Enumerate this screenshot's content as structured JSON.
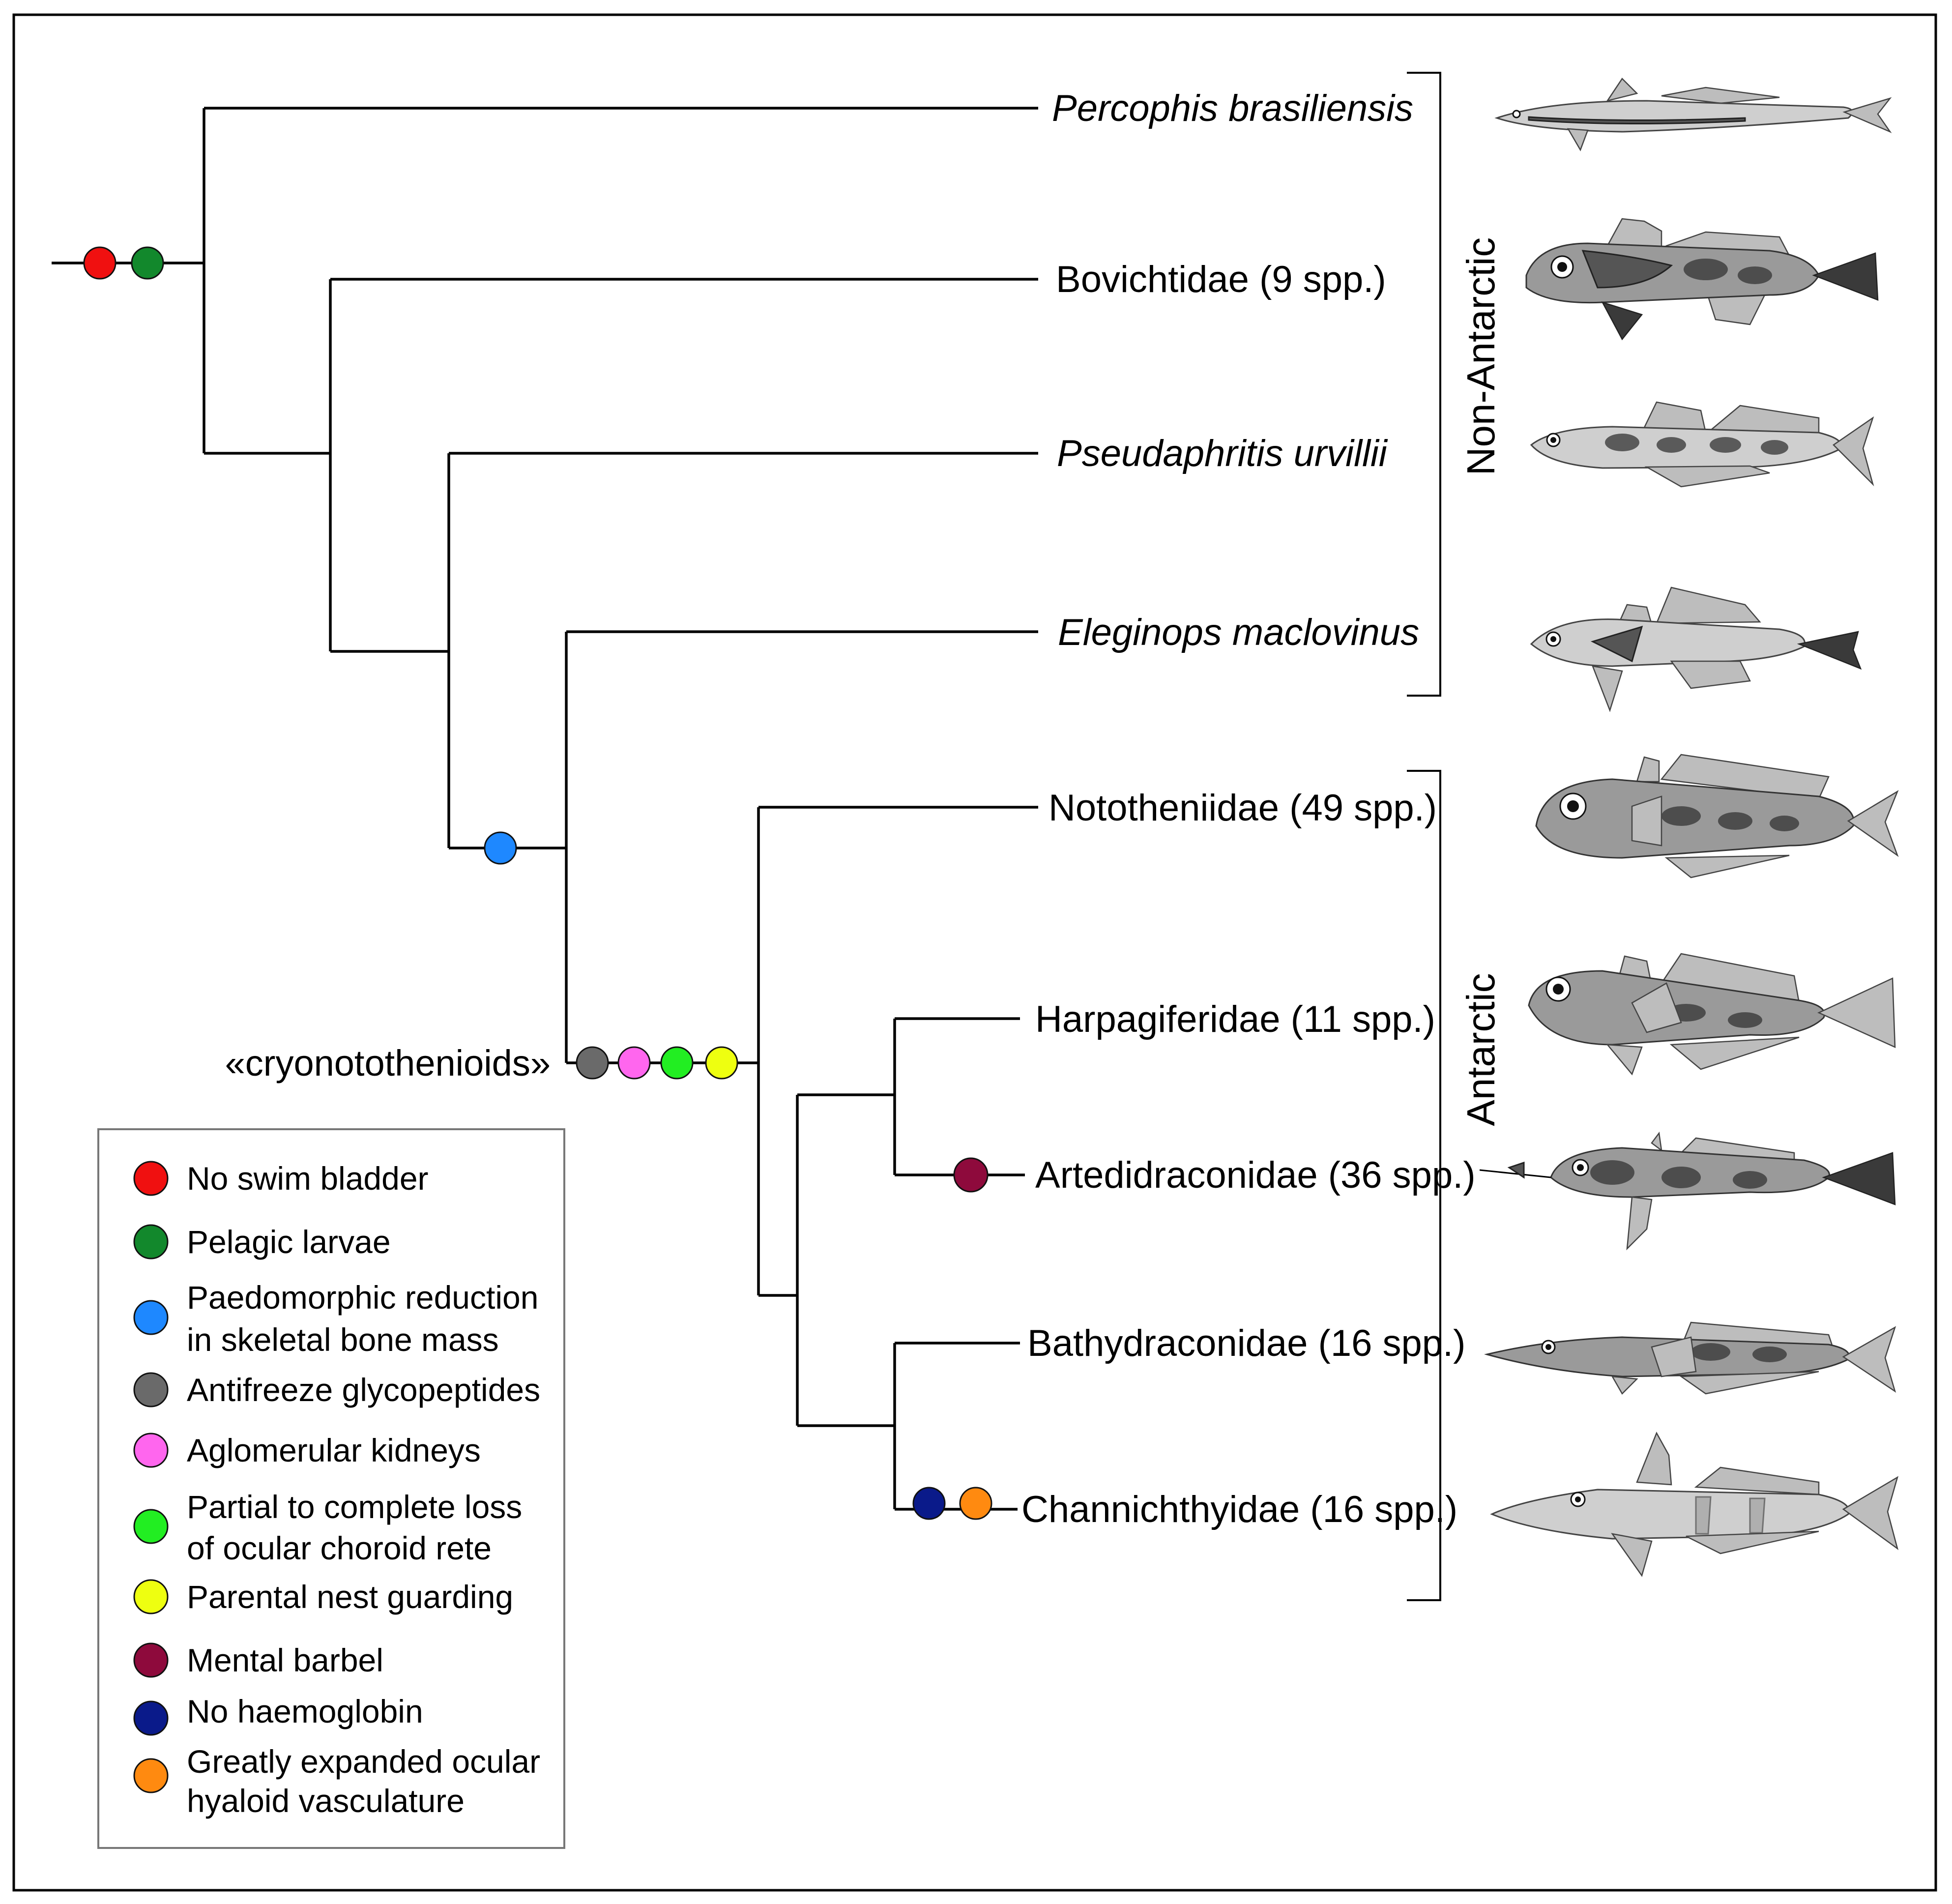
{
  "taxa": [
    {
      "id": "percophis",
      "name": "Percophis brasiliensis",
      "italic": true
    },
    {
      "id": "bovichtidae",
      "name": "Bovichtidae (9 spp.)",
      "italic": false
    },
    {
      "id": "pseudaphritis",
      "name": "Pseudaphritis urvillii",
      "italic": true
    },
    {
      "id": "eleginops",
      "name": "Eleginops maclovinus",
      "italic": true
    },
    {
      "id": "nototheniidae",
      "name": "Nototheniidae (49 spp.)",
      "italic": false
    },
    {
      "id": "harpagiferidae",
      "name": "Harpagiferidae (11 spp.)",
      "italic": false
    },
    {
      "id": "artedidraconidae",
      "name": "Artedidraconidae (36 spp.)",
      "italic": false
    },
    {
      "id": "bathydraconidae",
      "name": "Bathydraconidae (16 spp.)",
      "italic": false
    },
    {
      "id": "channichthyidae",
      "name": "Channichthyidae (16 spp.)",
      "italic": false
    }
  ],
  "groups": {
    "non_antarctic": "Non-Antarctic",
    "antarctic": "Antarctic"
  },
  "clade_label": "«cryonotothenioids»",
  "legend": [
    {
      "trait": "no_swim_bladder",
      "lines": [
        "No swim bladder"
      ],
      "color": "#f01010"
    },
    {
      "trait": "pelagic_larvae",
      "lines": [
        "Pelagic larvae"
      ],
      "color": "#12882c"
    },
    {
      "trait": "paedomorphic",
      "lines": [
        "Paedomorphic reduction",
        "in skeletal bone mass"
      ],
      "color": "#1e88ff"
    },
    {
      "trait": "antifreeze",
      "lines": [
        "Antifreeze glycopeptides"
      ],
      "color": "#6a6a6a"
    },
    {
      "trait": "aglomerular",
      "lines": [
        "Aglomerular kidneys"
      ],
      "color": "#ff66ee"
    },
    {
      "trait": "choroid_rete",
      "lines": [
        "Partial to complete loss",
        "of ocular choroid rete"
      ],
      "color": "#22ee22"
    },
    {
      "trait": "nest_guarding",
      "lines": [
        "Parental nest guarding"
      ],
      "color": "#eeff10"
    },
    {
      "trait": "mental_barbel",
      "lines": [
        "Mental barbel"
      ],
      "color": "#8e0a3c"
    },
    {
      "trait": "no_haemoglobin",
      "lines": [
        "No haemoglobin"
      ],
      "color": "#0a1a8a"
    },
    {
      "trait": "hyaloid",
      "lines": [
        "Greatly expanded ocular",
        "hyaloid vasculature"
      ],
      "color": "#ff8a10"
    }
  ],
  "trait_markers": {
    "root": [
      "no_swim_bladder",
      "pelagic_larvae"
    ],
    "pseudaphritis_plus": [
      "paedomorphic"
    ],
    "cryonotothenioids": [
      "antifreeze",
      "aglomerular",
      "choroid_rete",
      "nest_guarding"
    ],
    "artedidraconidae": [
      "mental_barbel"
    ],
    "channichthyidae": [
      "no_haemoglobin",
      "hyaloid"
    ]
  },
  "illustrations": [
    {
      "taxon": "percophis",
      "icon": "percophis-fish-illustration"
    },
    {
      "taxon": "bovichtidae",
      "icon": "bovichtidae-fish-illustration"
    },
    {
      "taxon": "pseudaphritis",
      "icon": "pseudaphritis-fish-illustration"
    },
    {
      "taxon": "eleginops",
      "icon": "eleginops-fish-illustration"
    },
    {
      "taxon": "nototheniidae",
      "icon": "nototheniidae-fish-illustration"
    },
    {
      "taxon": "harpagiferidae",
      "icon": "harpagiferidae-fish-illustration"
    },
    {
      "taxon": "artedidraconidae",
      "icon": "artedidraconidae-fish-illustration"
    },
    {
      "taxon": "bathydraconidae",
      "icon": "bathydraconidae-fish-illustration"
    },
    {
      "taxon": "channichthyidae",
      "icon": "channichthyidae-fish-illustration"
    }
  ]
}
